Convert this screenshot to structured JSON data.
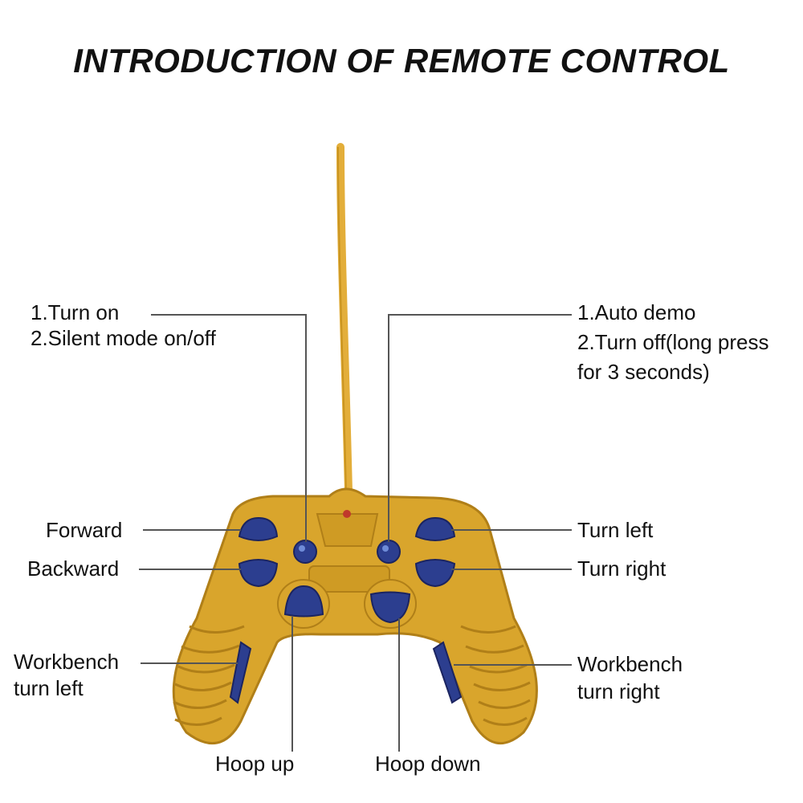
{
  "title": "INTRODUCTION OF REMOTE CONTROL",
  "colors": {
    "body": "#d9a52c",
    "body_shadow": "#b07f18",
    "antenna": "#e3ae3a",
    "button_blue": "#2c3e8f",
    "button_highlight": "#6f8cd8",
    "led": "#c0392b",
    "line": "#555555"
  },
  "labels": {
    "power": [
      "1.Turn on",
      "2.Silent mode on/off"
    ],
    "demo": [
      "1.Auto demo",
      "2.Turn off(long press",
      "for 3 seconds)"
    ],
    "forward": "Forward",
    "backward": "Backward",
    "turn_left": "Turn left",
    "turn_right": "Turn right",
    "workbench_left": [
      "Workbench",
      "turn left"
    ],
    "workbench_right": [
      "Workbench",
      "turn right"
    ],
    "hoop_up": "Hoop up",
    "hoop_down": "Hoop down"
  }
}
